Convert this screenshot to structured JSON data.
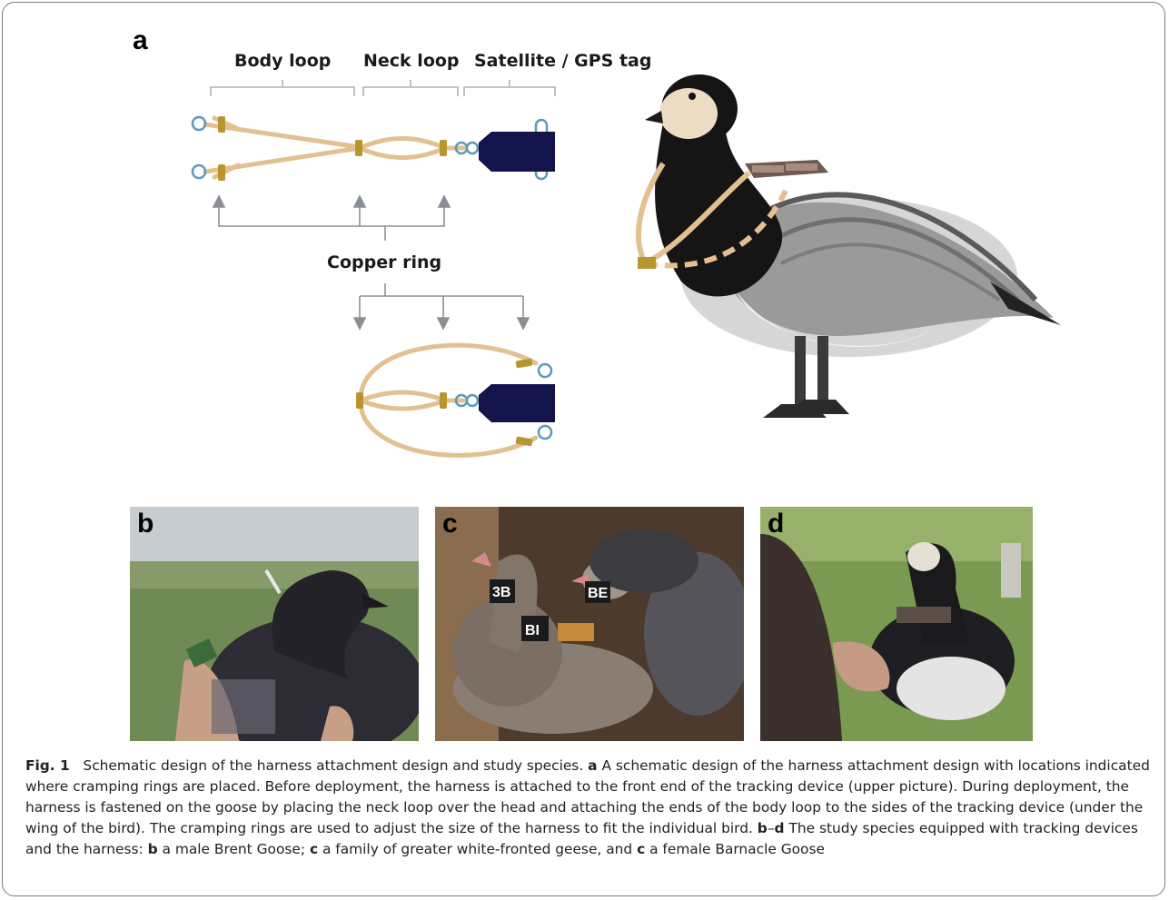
{
  "figure": {
    "panel_a": "a",
    "panel_b": "b",
    "panel_c": "c",
    "panel_d": "d",
    "labels": {
      "body_loop": "Body loop",
      "neck_loop": "Neck loop",
      "tag": "Satellite / GPS tag",
      "copper_ring": "Copper ring"
    },
    "photo_tags": {
      "c_tag1": "3B",
      "c_tag2": "BE",
      "c_tag3": "BI"
    }
  },
  "caption": {
    "fig_label": "Fig. 1",
    "title": "Schematic design of the harness attachment design and study species.",
    "a_label": "a",
    "a_text": "A schematic design of the harness attachment design with locations indicated where cramping rings are placed. Before deployment, the harness is attached to the front end of the tracking device (upper picture). During deployment, the harness is fastened on the goose by placing the neck loop over the head and attaching the ends of the body loop to the sides of the tracking device (under the wing of the bird). The cramping rings are used to adjust the size of the harness to fit the individual bird.",
    "bd_label_b": "b",
    "bd_dash": "–",
    "bd_label_d": "d",
    "bd_text": "The study species equipped with tracking devices and the harness:",
    "b_label": "b",
    "b_text": "a male Brent Goose;",
    "c_label": "c",
    "c_text": "a family of greater white-fronted geese, and",
    "c2_label": "c",
    "c2_text": "a female Barnacle Goose"
  }
}
